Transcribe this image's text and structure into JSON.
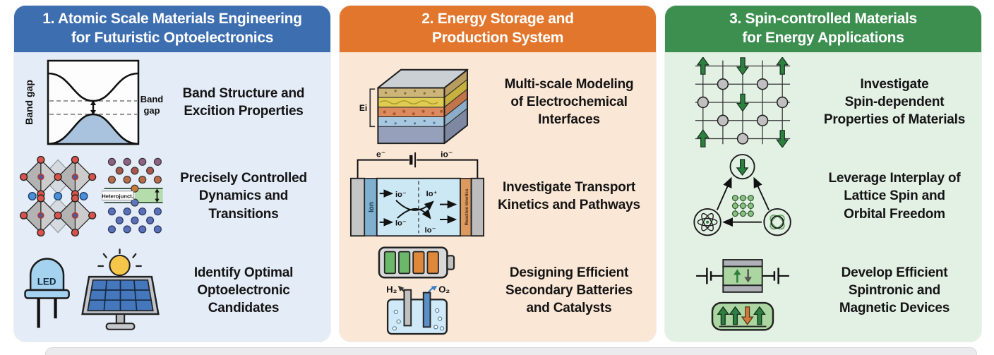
{
  "panels": [
    {
      "id": "optoelectronics",
      "title": "1. Atomic Scale Materials Engineering\nfor Futuristic Optoelectronics",
      "header_color": "#3d6eb0",
      "body_color": "#e4ecf7",
      "rows": [
        {
          "label": "Band Structure and\nExcition Properties",
          "icon": "band-structure-diagram",
          "icon_labels": {
            "y_axis": "Band gap",
            "gap_line1": "Band",
            "gap_line2": "gap"
          }
        },
        {
          "label": "Precisely Controlled\nDynamics and\nTransitions",
          "icon": "perovskite-and-heterojunction",
          "icon_labels": {
            "junction": "Heterojunct."
          }
        },
        {
          "label": "Identify Optimal\nOptoelectronic\nCandidates",
          "icon": "led-and-solar-panel",
          "icon_labels": {
            "led": "LED"
          }
        }
      ]
    },
    {
      "id": "energy-storage",
      "title": "2. Energy Storage and\nProduction System",
      "header_color": "#e2762d",
      "body_color": "#fbe7d6",
      "rows": [
        {
          "label": "Multi-scale Modeling\nof Electrochemical\nInterfaces",
          "icon": "layered-interface-stack",
          "icon_labels": {
            "bracket": "Ei"
          }
        },
        {
          "label": "Investigate Transport\nKinetics and Pathways",
          "icon": "electrochemical-cell",
          "icon_labels": {
            "electron": "e⁻",
            "ion_wire": "io⁻",
            "ion_strip": "Ion",
            "kinetics_strip": "Reaction kinetics",
            "ion_in_top": "io⁻",
            "ion_in_bottom": "Io⁻",
            "ion_out_top": "Io⁺",
            "ion_out_bottom": "Io⁻"
          }
        },
        {
          "label": "Designing Efficient\nSecondary Batteries\nand Catalysts",
          "icon": "battery-and-electrolysis",
          "icon_labels": {
            "h2": "H₂",
            "o2": "O₂"
          }
        }
      ]
    },
    {
      "id": "spin-materials",
      "title": "3. Spin-controlled Materials\nfor Energy Applications",
      "header_color": "#3d8f50",
      "body_color": "#e3f0e4",
      "rows": [
        {
          "label": "Investigate\nSpin-dependent\nProperties of Materials",
          "icon": "spin-lattice"
        },
        {
          "label": "Leverage Interplay of\nLattice Spin and\nOrbital Freedom",
          "icon": "spin-lattice-orbital-triangle"
        },
        {
          "label": "Develop Efficient\nSpintronic and\nMagnetic Devices",
          "icon": "spintronic-device"
        }
      ]
    }
  ],
  "colors": {
    "panel1_header": "#3d6eb0",
    "panel1_body": "#e4ecf7",
    "panel2_header": "#e2762d",
    "panel2_body": "#fbe7d6",
    "panel3_header": "#3d8f50",
    "panel3_body": "#e3f0e4",
    "spin_green": "#2e7d3f",
    "spin_orange": "#cf7a3c",
    "band_fill": "#a9c3de"
  }
}
